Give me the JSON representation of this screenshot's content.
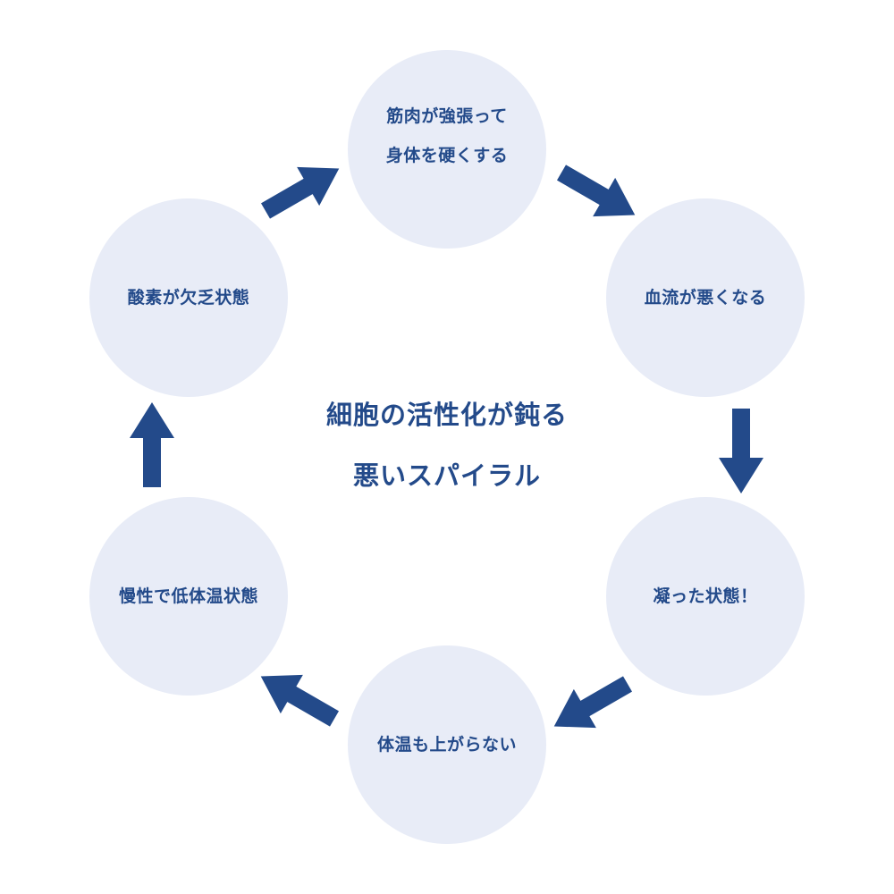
{
  "diagram": {
    "type": "cycle",
    "title_lines": [
      "細胞の活性化が鈍る",
      "悪いスパイラル"
    ],
    "nodes": [
      {
        "lines": [
          "筋肉が強張って",
          "身体を硬くする"
        ]
      },
      {
        "lines": [
          "血流が悪くなる"
        ]
      },
      {
        "lines": [
          "凝った状態！"
        ]
      },
      {
        "lines": [
          "体温も上がらない"
        ]
      },
      {
        "lines": [
          "慢性で低体温状態"
        ]
      },
      {
        "lines": [
          "酸素が欠乏状態"
        ]
      }
    ],
    "edges": [
      {
        "from": 0,
        "to": 1,
        "icon": "arrow-down-right-icon"
      },
      {
        "from": 1,
        "to": 2,
        "icon": "arrow-down-icon"
      },
      {
        "from": 2,
        "to": 3,
        "icon": "arrow-down-left-icon"
      },
      {
        "from": 3,
        "to": 4,
        "icon": "arrow-up-left-icon"
      },
      {
        "from": 4,
        "to": 5,
        "icon": "arrow-up-icon"
      },
      {
        "from": 5,
        "to": 0,
        "icon": "arrow-up-right-icon"
      }
    ],
    "colors": {
      "text": "#234a8a",
      "arrow": "#234a8a",
      "node_fill": "#e8ecf7",
      "background": "#ffffff"
    }
  }
}
